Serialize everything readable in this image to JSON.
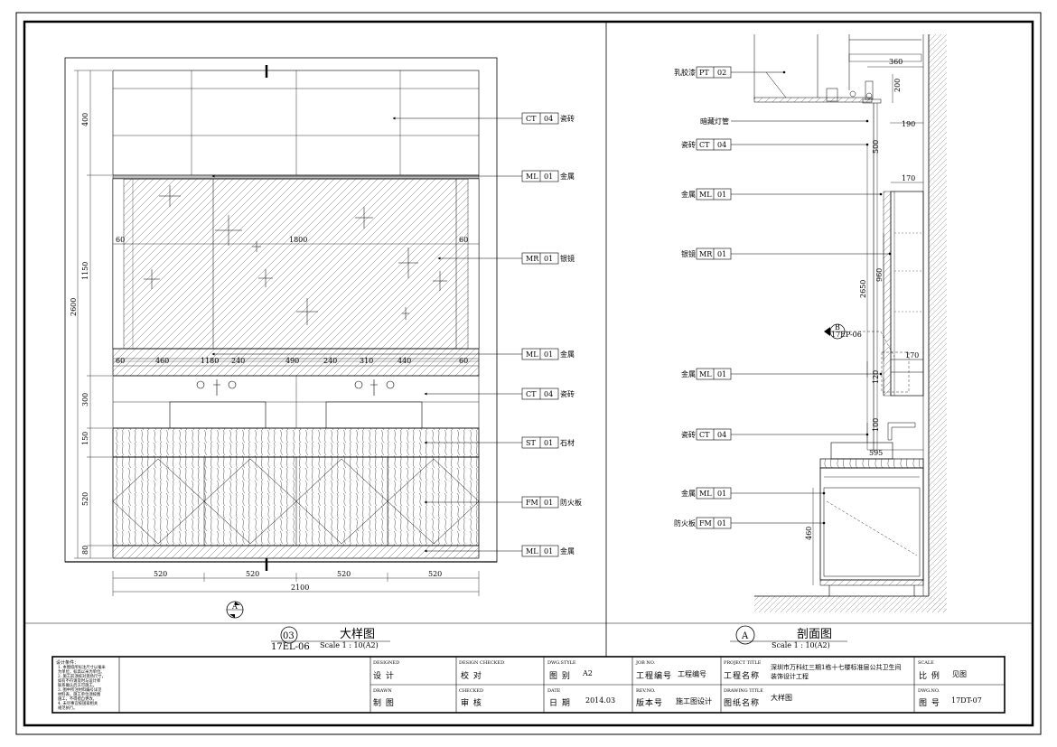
{
  "elevation": {
    "tags": [
      {
        "code": "CT",
        "num": "04",
        "name": "瓷砖"
      },
      {
        "code": "ML",
        "num": "01",
        "name": "金属"
      },
      {
        "code": "MR",
        "num": "01",
        "name": "银镜"
      },
      {
        "code": "ML",
        "num": "01",
        "name": "金属"
      },
      {
        "code": "CT",
        "num": "04",
        "name": "瓷砖"
      },
      {
        "code": "ST",
        "num": "01",
        "name": "石材"
      },
      {
        "code": "FM",
        "num": "01",
        "name": "防火板"
      },
      {
        "code": "ML",
        "num": "01",
        "name": "金属"
      }
    ],
    "dims_bottom": [
      "520",
      "520",
      "520",
      "520"
    ],
    "dim_total_bottom": "2100",
    "dims_left": [
      "400",
      "1150",
      "300",
      "150",
      "520",
      "80"
    ],
    "dim_total_left": "2600",
    "dim_mirror_width": "1800",
    "dim_side_a": "60",
    "dim_side_b": "60",
    "dims_shelf": [
      "60",
      "460",
      "1180",
      "240",
      "490",
      "240",
      "310",
      "440",
      "60"
    ],
    "section_marker": "A",
    "title_num": "03",
    "title_ref": "17EL-06",
    "title": "大样图",
    "scale": "Scale 1 : 10(A2)"
  },
  "section": {
    "tags": [
      {
        "prefix": "乳胶漆",
        "code": "PT",
        "num": "02"
      },
      {
        "prefix": "暗藏灯管",
        "code": "",
        "num": ""
      },
      {
        "prefix": "瓷砖",
        "code": "CT",
        "num": "04"
      },
      {
        "prefix": "金属",
        "code": "ML",
        "num": "01"
      },
      {
        "prefix": "银镜",
        "code": "MR",
        "num": "01"
      },
      {
        "prefix": "金属",
        "code": "ML",
        "num": "01"
      },
      {
        "prefix": "瓷砖",
        "code": "CT",
        "num": "04"
      },
      {
        "prefix": "金属",
        "code": "ML",
        "num": "01"
      },
      {
        "prefix": "防火板",
        "code": "FM",
        "num": "01"
      }
    ],
    "dims": [
      "360",
      "200",
      "190",
      "500",
      "170",
      "2650",
      "960",
      "120",
      "170",
      "100",
      "595",
      "460"
    ],
    "detail_marker": {
      "letter": "B",
      "ref": "17EP-06"
    },
    "title_letter": "A",
    "title": "剖面图",
    "scale": "Scale 1 : 10(A2)"
  },
  "title_block": {
    "notes_title": "设计条件：",
    "notes": [
      "1. 本图纸所标注尺寸以毫米",
      "为单位，标高以米为单位。",
      "2. 施工前须核对现场尺寸，",
      "如有不符请及时与设计师",
      "联系确认后方可施工。",
      "3. 图中所注材料编号详见",
      "材料表，施工单位须按图",
      "施工，不得擅自更改。",
      "4. 未尽事宜按国家相关",
      "规范执行。"
    ],
    "designed_label": "DESIGNED",
    "designed": "设  计",
    "drawn_label": "DRAWN",
    "drawn": "制  图",
    "check_label": "DESIGN CHECKED",
    "check": "校  对",
    "checked_label": "CHECKED",
    "checked": "审  核",
    "style_label": "DWG.STYLE",
    "style_key": "图  别",
    "style_val": "A2",
    "date_label": "DATE",
    "date_key": "日  期",
    "date_val": "2014.03",
    "job_label": "JOB NO.",
    "job_key": "工程编号",
    "job_val": "工程编号",
    "rev_label": "REV.NO.",
    "rev_key": "版本号",
    "rev_val": "施工图设计",
    "proj_label": "PROJECT TITLE",
    "proj_key": "工程名称",
    "proj_val1": "深圳市万科红三期1栋十七楼标准层公共卫生间",
    "proj_val2": "装饰设计工程",
    "dtitle_label": "DRAWING TITLE",
    "dtitle_key": "图纸名称",
    "dtitle_val": "大样图",
    "scale_label": "SCALE",
    "scale_key": "比  例",
    "scale_val": "见图",
    "dwgno_label": "DWG.NO.",
    "dwgno_key": "图  号",
    "dwgno_val": "17DT-07"
  }
}
